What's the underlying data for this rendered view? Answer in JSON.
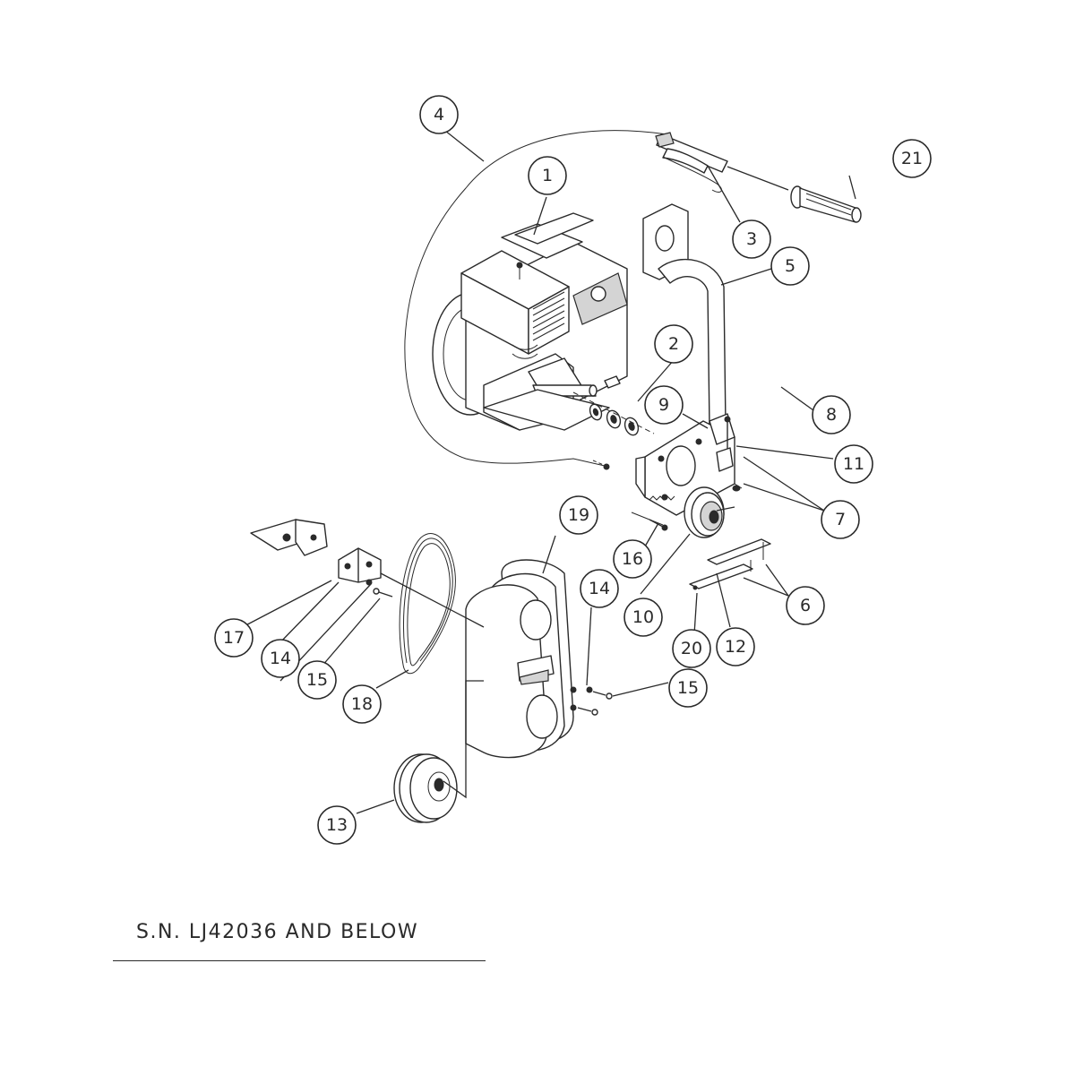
{
  "diagram": {
    "caption": "S.N. LJ42036 AND BELOW",
    "callouts": [
      "1",
      "2",
      "3",
      "4",
      "5",
      "6",
      "7",
      "8",
      "9",
      "10",
      "11",
      "12",
      "13",
      "14",
      "14",
      "15",
      "15",
      "16",
      "17",
      "18",
      "19",
      "20",
      "21"
    ]
  }
}
